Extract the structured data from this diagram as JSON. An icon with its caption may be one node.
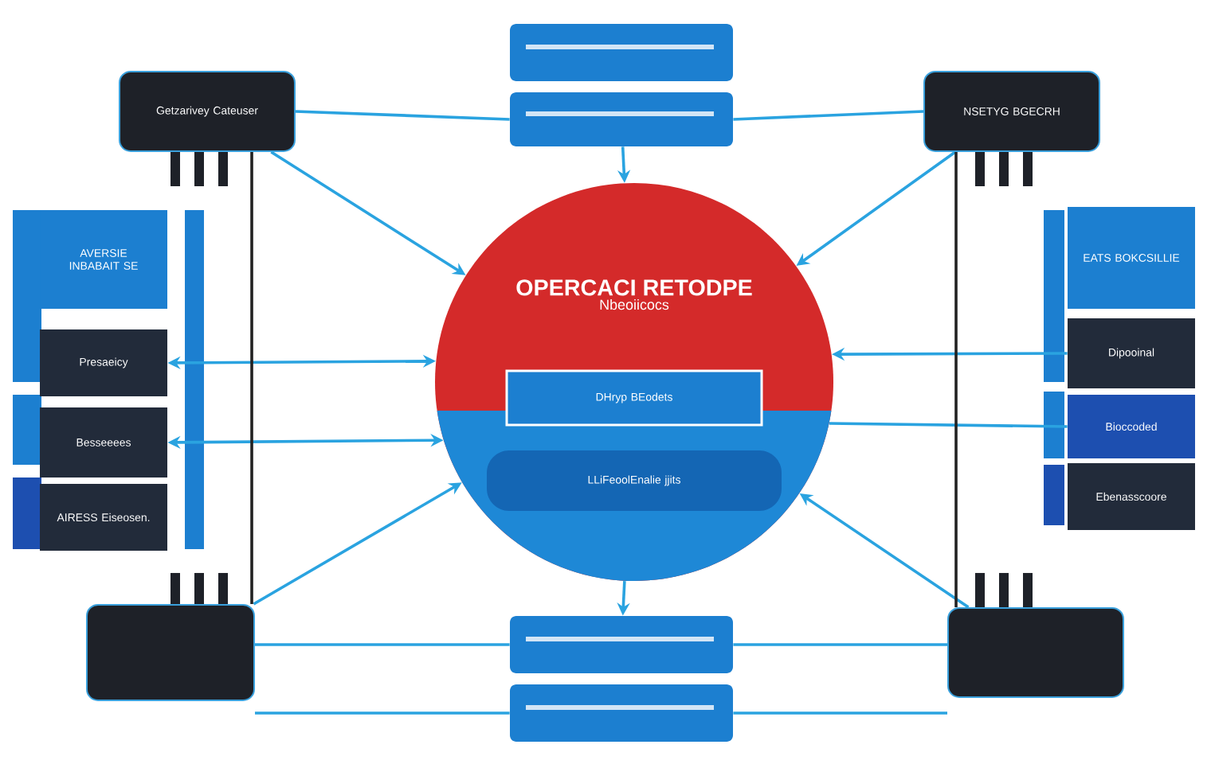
{
  "diagram": {
    "nodes": [
      {
        "text": [],
        "shape": "box"
      },
      {
        "text": [],
        "shape": "box"
      },
      {
        "text": [
          "Getzarivey Cateuser"
        ]
      },
      {
        "text": [
          "NSETYG BGECRH"
        ]
      },
      {
        "text": [
          "OPERCACI RETODPE",
          "Nbeoiicocs"
        ]
      },
      {
        "text": [
          "DHryp BEodets"
        ],
        "in": 4
      },
      {
        "text": [
          "LLiFeoolEnalie jjits"
        ],
        "in": 4
      },
      {
        "text": [
          "AVERSIE INBABAIT SE"
        ]
      },
      {
        "text": [
          "Presaeicy"
        ]
      },
      {
        "text": [
          "Besseeees"
        ]
      },
      {
        "text": [
          "AIRESS Eiseosen."
        ]
      },
      {
        "text": [
          "EATS BOKCSILLIE"
        ]
      },
      {
        "text": [
          "Dipooinal"
        ]
      },
      {
        "text": [
          "Bioccoded"
        ]
      },
      {
        "text": [
          "Ebenasscoore"
        ]
      },
      {
        "text": [],
        "shape": "box"
      },
      {
        "text": [],
        "shape": "box"
      },
      {
        "text": [],
        "shape": "box"
      },
      {
        "text": [],
        "shape": "box"
      }
    ],
    "edges": [
      {
        "from": 1,
        "to": 4,
        "arrow": "to"
      },
      {
        "from": 4,
        "to": 17,
        "arrow": "to"
      },
      {
        "from": 2,
        "to": 4,
        "arrow": "to"
      },
      {
        "from": 3,
        "to": 4,
        "arrow": "to"
      },
      {
        "from": 2,
        "to": 1,
        "arrow": "none"
      },
      {
        "from": 3,
        "to": 1,
        "arrow": "none"
      },
      {
        "from": 8,
        "to": 4,
        "arrow": "both"
      },
      {
        "from": 9,
        "to": 4,
        "arrow": "both"
      },
      {
        "from": 12,
        "to": 4,
        "arrow": "to"
      },
      {
        "from": 13,
        "to": 4,
        "arrow": "none"
      },
      {
        "from": 15,
        "to": 4,
        "arrow": "to"
      },
      {
        "from": 16,
        "to": 4,
        "arrow": "to"
      },
      {
        "from": 15,
        "to": 17,
        "arrow": "none"
      },
      {
        "from": 15,
        "to": 18,
        "arrow": "none"
      },
      {
        "from": 16,
        "to": 17,
        "arrow": "none"
      },
      {
        "from": 16,
        "to": 18,
        "arrow": "none"
      },
      {
        "from": 2,
        "to": 15,
        "arrow": "none",
        "color": "#222222"
      },
      {
        "from": 3,
        "to": 16,
        "arrow": "none",
        "color": "#222222"
      }
    ]
  }
}
